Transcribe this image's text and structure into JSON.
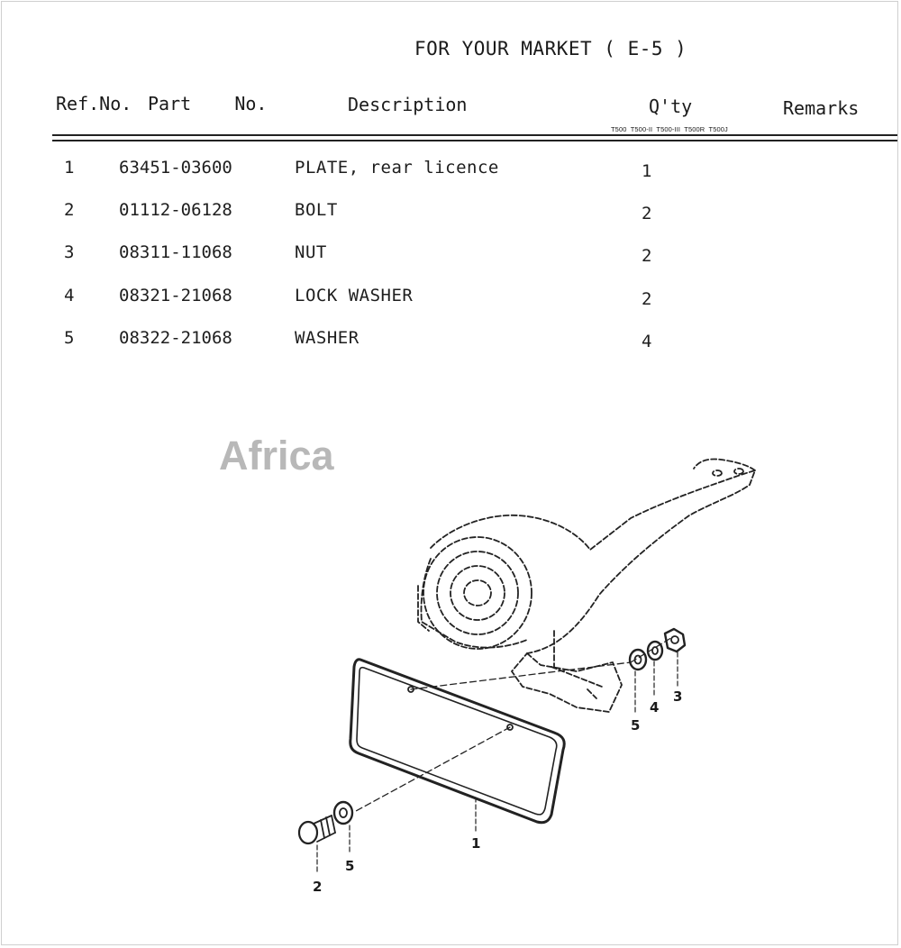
{
  "title": "FOR YOUR MARKET ( E-5 )",
  "headers": {
    "ref_no": "Ref.No.",
    "part_no": "Part    No.",
    "description": "Description",
    "qty": "Q'ty",
    "remarks": "Remarks",
    "qty_models": "T500  T500-II  T500-III  T500R  T500J"
  },
  "rows": [
    {
      "ref": "1",
      "part": "63451-03600",
      "desc": "PLATE, rear licence",
      "qty": "1"
    },
    {
      "ref": "2",
      "part": "01112-06128",
      "desc": "BOLT",
      "qty": "2"
    },
    {
      "ref": "3",
      "part": "08311-11068",
      "desc": "NUT",
      "qty": "2"
    },
    {
      "ref": "4",
      "part": "08321-21068",
      "desc": "LOCK WASHER",
      "qty": "2"
    },
    {
      "ref": "5",
      "part": "08322-21068",
      "desc": "WASHER",
      "qty": "4"
    }
  ],
  "watermark": "Africa",
  "diagram_callouts": {
    "plate": "1",
    "bolt": "2",
    "washer_front": "5",
    "washer_rear": "5",
    "lock_washer": "4",
    "nut": "3"
  }
}
